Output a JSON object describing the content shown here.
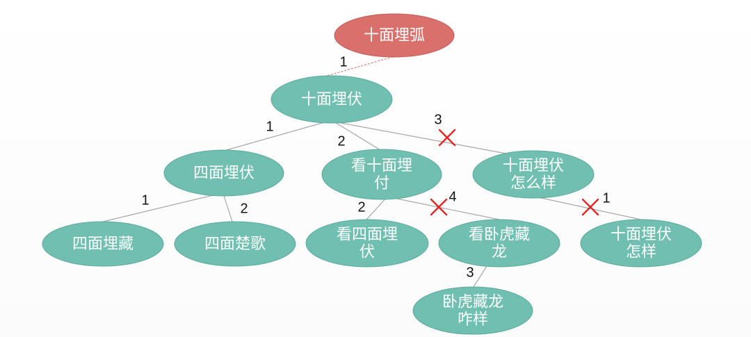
{
  "colors": {
    "root_fill": "#d9706b",
    "root_stroke": "#c55a55",
    "node_fill": "#70bfb1",
    "node_stroke": "#5aaa9c",
    "edge": "#a7a7a7",
    "root_edge": "#d98a86",
    "cross": "#e12626"
  },
  "nodes": [
    {
      "id": "root",
      "lines": [
        "十面埋弧"
      ],
      "kind": "root"
    },
    {
      "id": "n1",
      "lines": [
        "十面埋伏"
      ]
    },
    {
      "id": "n2",
      "lines": [
        "四面埋伏"
      ]
    },
    {
      "id": "n3",
      "lines": [
        "看十面埋",
        "付"
      ]
    },
    {
      "id": "n4",
      "lines": [
        "十面埋伏",
        "怎么样"
      ]
    },
    {
      "id": "n5",
      "lines": [
        "四面埋藏"
      ]
    },
    {
      "id": "n6",
      "lines": [
        "四面楚歌"
      ]
    },
    {
      "id": "n7",
      "lines": [
        "看四面埋",
        "伏"
      ]
    },
    {
      "id": "n8",
      "lines": [
        "看卧虎藏",
        "龙"
      ]
    },
    {
      "id": "n9",
      "lines": [
        "十面埋伏",
        "怎样"
      ]
    },
    {
      "id": "n10",
      "lines": [
        "卧虎藏龙",
        "咋样"
      ]
    }
  ],
  "edges": [
    {
      "id": "root-n1",
      "label": "1",
      "rejected": false
    },
    {
      "id": "n1-n2",
      "label": "1",
      "rejected": false
    },
    {
      "id": "n1-n3",
      "label": "2",
      "rejected": false
    },
    {
      "id": "n1-n4",
      "label": "3",
      "rejected": true
    },
    {
      "id": "n2-n5",
      "label": "1",
      "rejected": false
    },
    {
      "id": "n2-n6",
      "label": "2",
      "rejected": false
    },
    {
      "id": "n3-n7",
      "label": "2",
      "rejected": false
    },
    {
      "id": "n3-n8",
      "label": "4",
      "rejected": true
    },
    {
      "id": "n4-n9",
      "label": "1",
      "rejected": true
    },
    {
      "id": "n8-n10",
      "label": "3",
      "rejected": false
    }
  ]
}
